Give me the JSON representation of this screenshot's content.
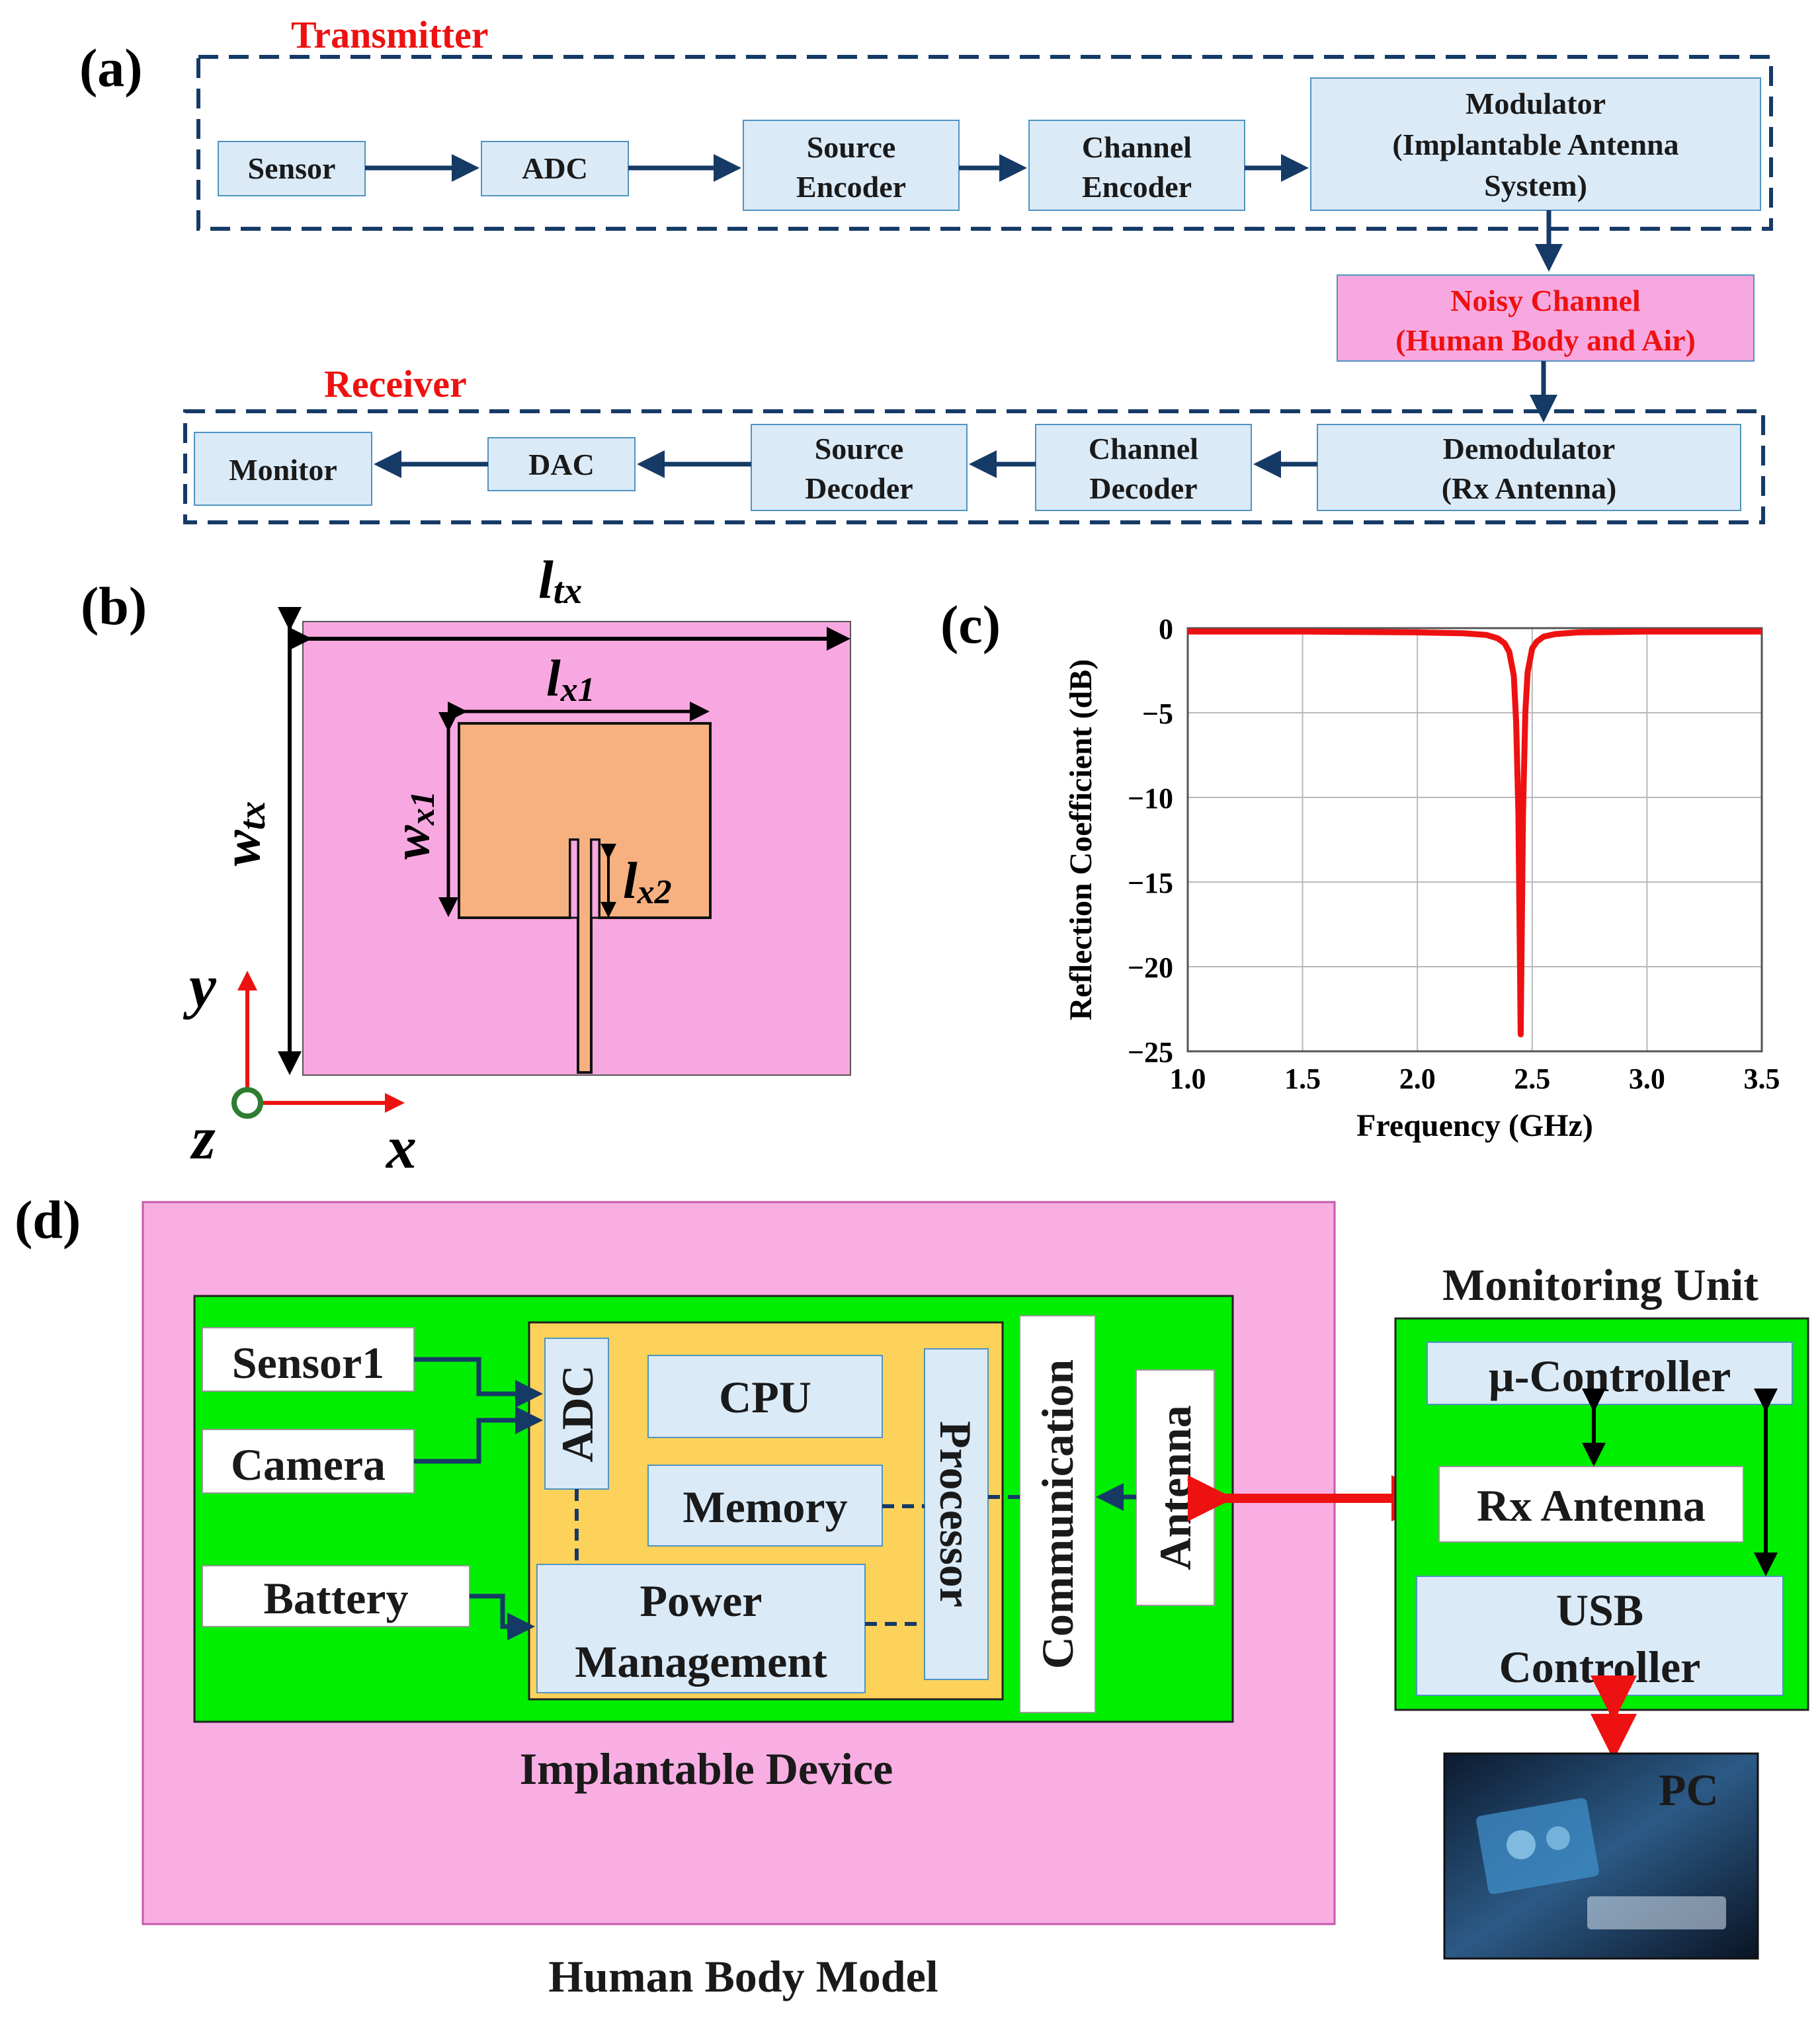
{
  "panel_a": {
    "label": "(a)",
    "transmitter_title": "Transmitter",
    "receiver_title": "Receiver",
    "tx_blocks": [
      [
        "Sensor"
      ],
      [
        "ADC"
      ],
      [
        "Source",
        "Encoder"
      ],
      [
        "Channel",
        "Encoder"
      ],
      [
        "Modulator",
        "(Implantable Antenna",
        "System)"
      ]
    ],
    "channel": [
      "Noisy Channel",
      "(Human Body and Air)"
    ],
    "rx_blocks": [
      [
        "Demodulator",
        "(Rx Antenna)"
      ],
      [
        "Channel",
        "Decoder"
      ],
      [
        "Source",
        "Decoder"
      ],
      [
        "DAC"
      ],
      [
        "Monitor"
      ]
    ],
    "colors": {
      "frame": "#163a66",
      "block_fill": "#dbeaf7",
      "block_stroke": "#4f94c2",
      "channel_fill": "#f8a8e0",
      "red": "#ee1111"
    }
  },
  "panel_b": {
    "label": "(b)",
    "dim_l_tx": [
      "l",
      "tx"
    ],
    "dim_w_tx": [
      "w",
      "tx"
    ],
    "dim_l_x1": [
      "l",
      "x1"
    ],
    "dim_w_x1": [
      "w",
      "x1"
    ],
    "dim_l_x2": [
      "l",
      "x2"
    ],
    "axis_y": "y",
    "axis_x": "x",
    "axis_z": "z",
    "colors": {
      "substrate": "#f8a8e0",
      "patch": "#f7b180",
      "axis": "#ee1111",
      "origin": "#2e7d32"
    }
  },
  "panel_c": {
    "label": "(c)"
  },
  "chart_data": {
    "type": "line",
    "xlabel": "Frequency (GHz)",
    "ylabel": "Reflection Coefficient (dB)",
    "xlim": [
      1.0,
      3.5
    ],
    "ylim": [
      -25,
      0
    ],
    "xticks": [
      "1.0",
      "1.5",
      "2.0",
      "2.5",
      "3.0",
      "3.5"
    ],
    "yticks": [
      "0",
      "−5",
      "−10",
      "−15",
      "−20",
      "−25"
    ],
    "grid": true,
    "color": "#ee1111",
    "x": [
      1.0,
      1.5,
      2.0,
      2.2,
      2.3,
      2.35,
      2.38,
      2.4,
      2.42,
      2.43,
      2.44,
      2.45,
      2.46,
      2.47,
      2.48,
      2.5,
      2.52,
      2.55,
      2.6,
      2.7,
      3.0,
      3.5
    ],
    "y": [
      -0.2,
      -0.2,
      -0.25,
      -0.3,
      -0.4,
      -0.6,
      -0.9,
      -1.4,
      -2.8,
      -5.5,
      -11.0,
      -24.0,
      -11.0,
      -5.0,
      -2.6,
      -1.2,
      -0.8,
      -0.5,
      -0.35,
      -0.25,
      -0.2,
      -0.2
    ]
  },
  "panel_d": {
    "label": "(d)",
    "inputs": [
      "Sensor1",
      "Camera",
      "Battery"
    ],
    "adc": "ADC",
    "cpu": "CPU",
    "memory": "Memory",
    "power": [
      "Power",
      "Management"
    ],
    "processor": "Processor",
    "communication": "Communication",
    "antenna": "Antenna",
    "implantable_title": "Implantable Device",
    "body_title": "Human Body Model",
    "monitoring_title": "Monitoring Unit",
    "mu_controller": "µ-Controller",
    "rx_antenna": "Rx Antenna",
    "usb": [
      "USB",
      "Controller"
    ],
    "pc": "PC",
    "colors": {
      "body": "#f8aee3",
      "device": "#00ee00",
      "processor_area": "#fcd25a",
      "link": "#ee1111"
    }
  }
}
